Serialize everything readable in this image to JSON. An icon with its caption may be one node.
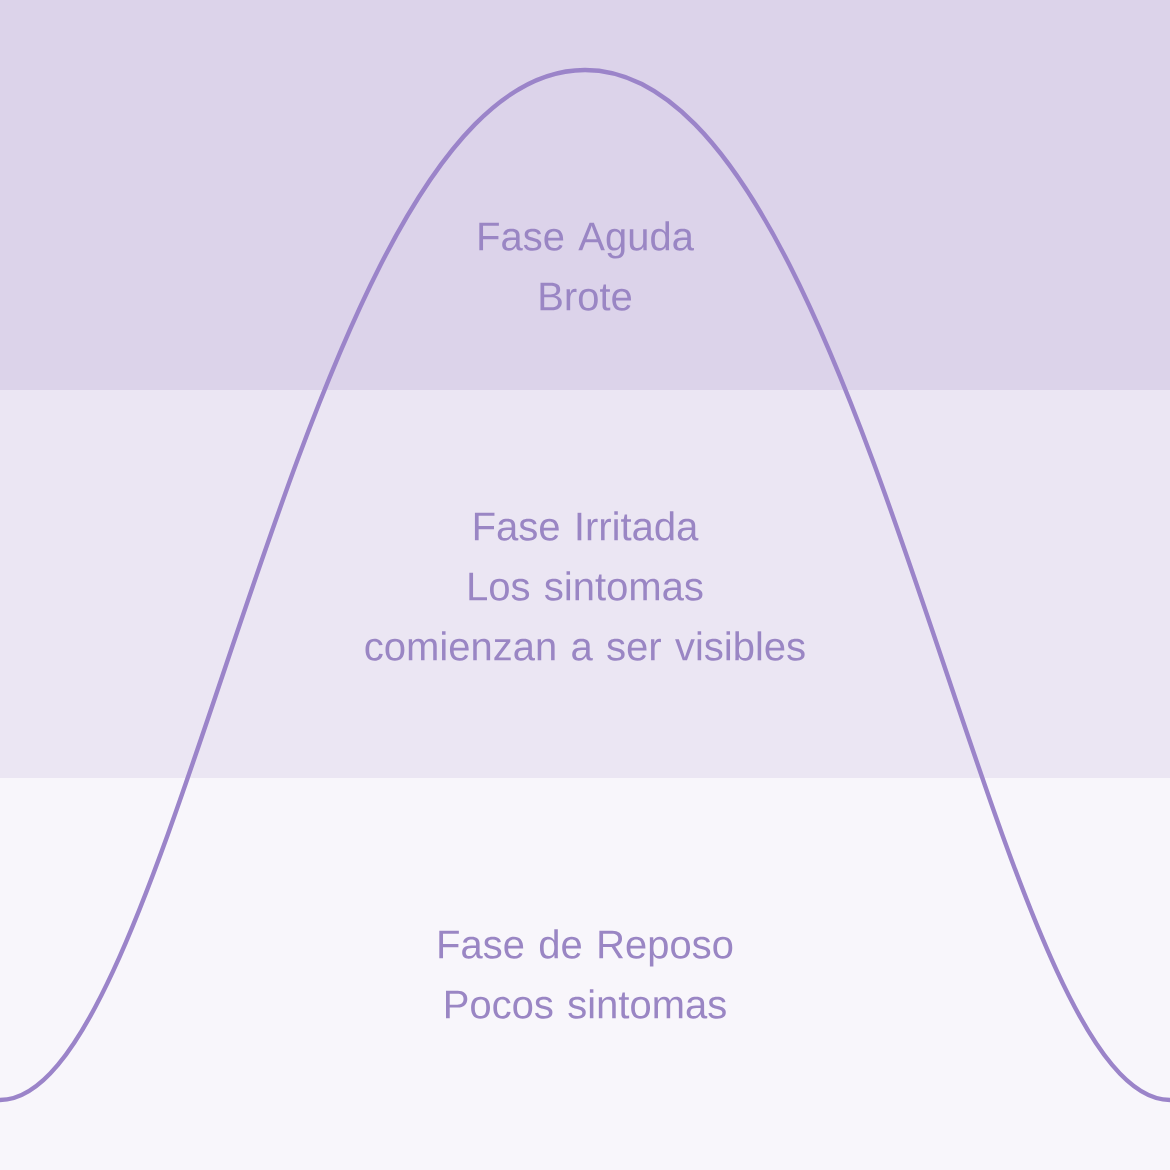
{
  "diagram": {
    "nodes": [
      {
        "text": [
          "Fase Aguda",
          "Brote"
        ]
      },
      {
        "text": [
          "Fase Irritada",
          "Los sintomas comienzan a ser visibles"
        ]
      },
      {
        "text": [
          "Fase de Reposo",
          "Pocos sintomas"
        ]
      }
    ]
  }
}
